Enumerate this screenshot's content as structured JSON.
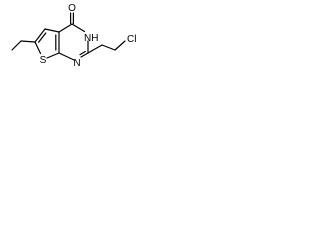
{
  "atoms": {
    "oxygen": "O",
    "nh": "NH",
    "ring_n": "N",
    "sulfur": "S",
    "chlorine": "Cl"
  }
}
